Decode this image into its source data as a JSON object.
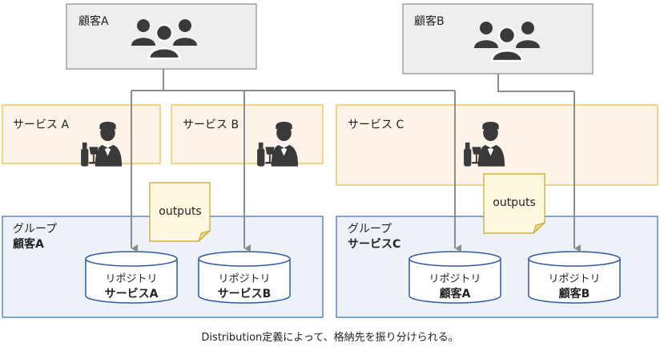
{
  "customers": [
    {
      "label": "顧客A",
      "icon": "people-group-icon"
    },
    {
      "label": "顧客B",
      "icon": "people-group-icon"
    }
  ],
  "services": [
    {
      "label": "サービス A",
      "icon": "waiter-with-wine-icon"
    },
    {
      "label": "サービス B",
      "icon": "waiter-with-wine-icon"
    },
    {
      "label": "サービス C",
      "icon": "waiter-with-wine-icon"
    }
  ],
  "outputs_notes": [
    "outputs",
    "outputs"
  ],
  "groups": [
    {
      "title_line1": "グループ",
      "title_line2": "顧客A",
      "repos": [
        {
          "line1": "リポジトリ",
          "line2": "サービスA"
        },
        {
          "line1": "リポジトリ",
          "line2": "サービスB"
        }
      ]
    },
    {
      "title_line1": "グループ",
      "title_line2": "サービスC",
      "repos": [
        {
          "line1": "リポジトリ",
          "line2": "顧客A"
        },
        {
          "line1": "リポジトリ",
          "line2": "顧客B"
        }
      ]
    }
  ],
  "caption": "Distribution定義によって、格納先を振り分けられる。",
  "colors": {
    "customer_fill": "#eeeeee",
    "customer_stroke": "#777777",
    "service_fill": "#fdf3e8",
    "service_stroke": "#f2c85b",
    "group_fill": "#edf2f9",
    "group_stroke": "#5b86c4",
    "repo_stroke": "#2f5aa0",
    "arrow": "#8c8c8c",
    "note_fill": "#fff9e0",
    "note_stroke": "#c9a227",
    "icon": "#3a3a3a"
  }
}
